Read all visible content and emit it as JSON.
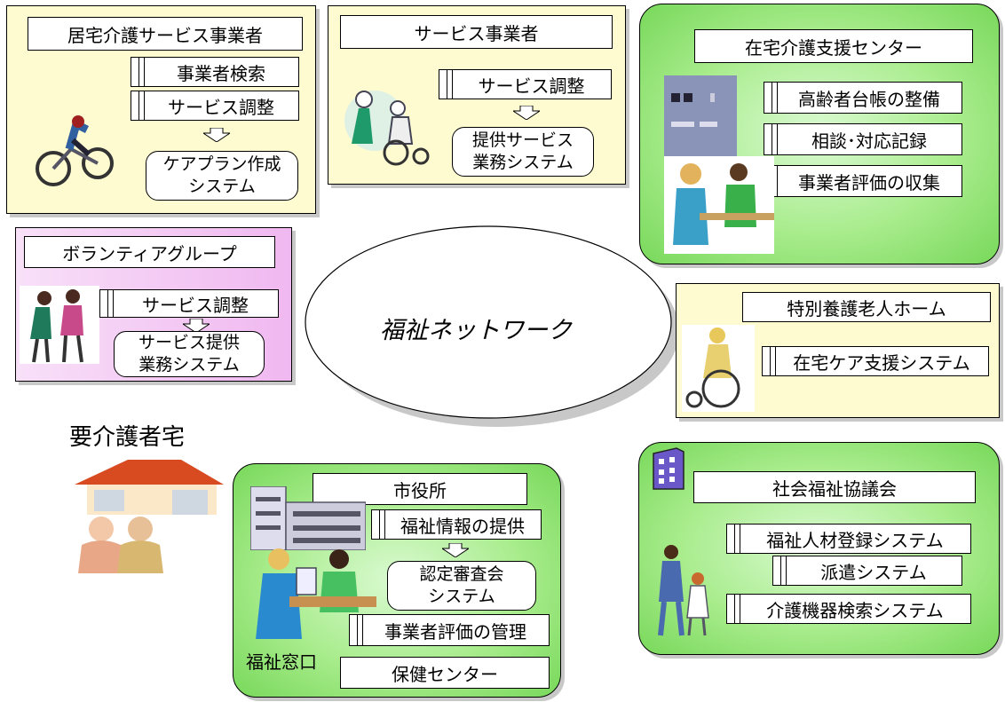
{
  "center": {
    "label": "福祉ネットワーク"
  },
  "home": {
    "label": "要介護者宅"
  },
  "kyotaku": {
    "title": "居宅介護サービス事業者",
    "items": [
      "事業者検索",
      "サービス調整"
    ],
    "system": [
      "ケアプラン作成",
      "システム"
    ]
  },
  "service_provider": {
    "title": "サービス事業者",
    "items": [
      "サービス調整"
    ],
    "system": [
      "提供サービス",
      "業務システム"
    ]
  },
  "zaitaku_center": {
    "title": "在宅介護支援センター",
    "items": [
      "高齢者台帳の整備",
      "相談･対応記録",
      "事業者評価の収集"
    ]
  },
  "volunteer": {
    "title": "ボランティアグループ",
    "items": [
      "サービス調整"
    ],
    "system": [
      "サービス提供",
      "業務システム"
    ]
  },
  "tokubetsu": {
    "title": "特別養護老人ホーム",
    "items": [
      "在宅ケア支援システム"
    ]
  },
  "city_hall": {
    "title": "市役所",
    "items": [
      "福祉情報の提供",
      "事業者評価の管理",
      "保健センター"
    ],
    "system": [
      "認定審査会",
      "システム"
    ],
    "window_label": "福祉窓口"
  },
  "council": {
    "title": "社会福祉協議会",
    "items": [
      "福祉人材登録システム",
      "派遣システム",
      "介護機器検索システム"
    ]
  },
  "colors": {
    "yellow": "#fefbd0",
    "green": "#8fe070",
    "pink": "#f4c8f4"
  }
}
